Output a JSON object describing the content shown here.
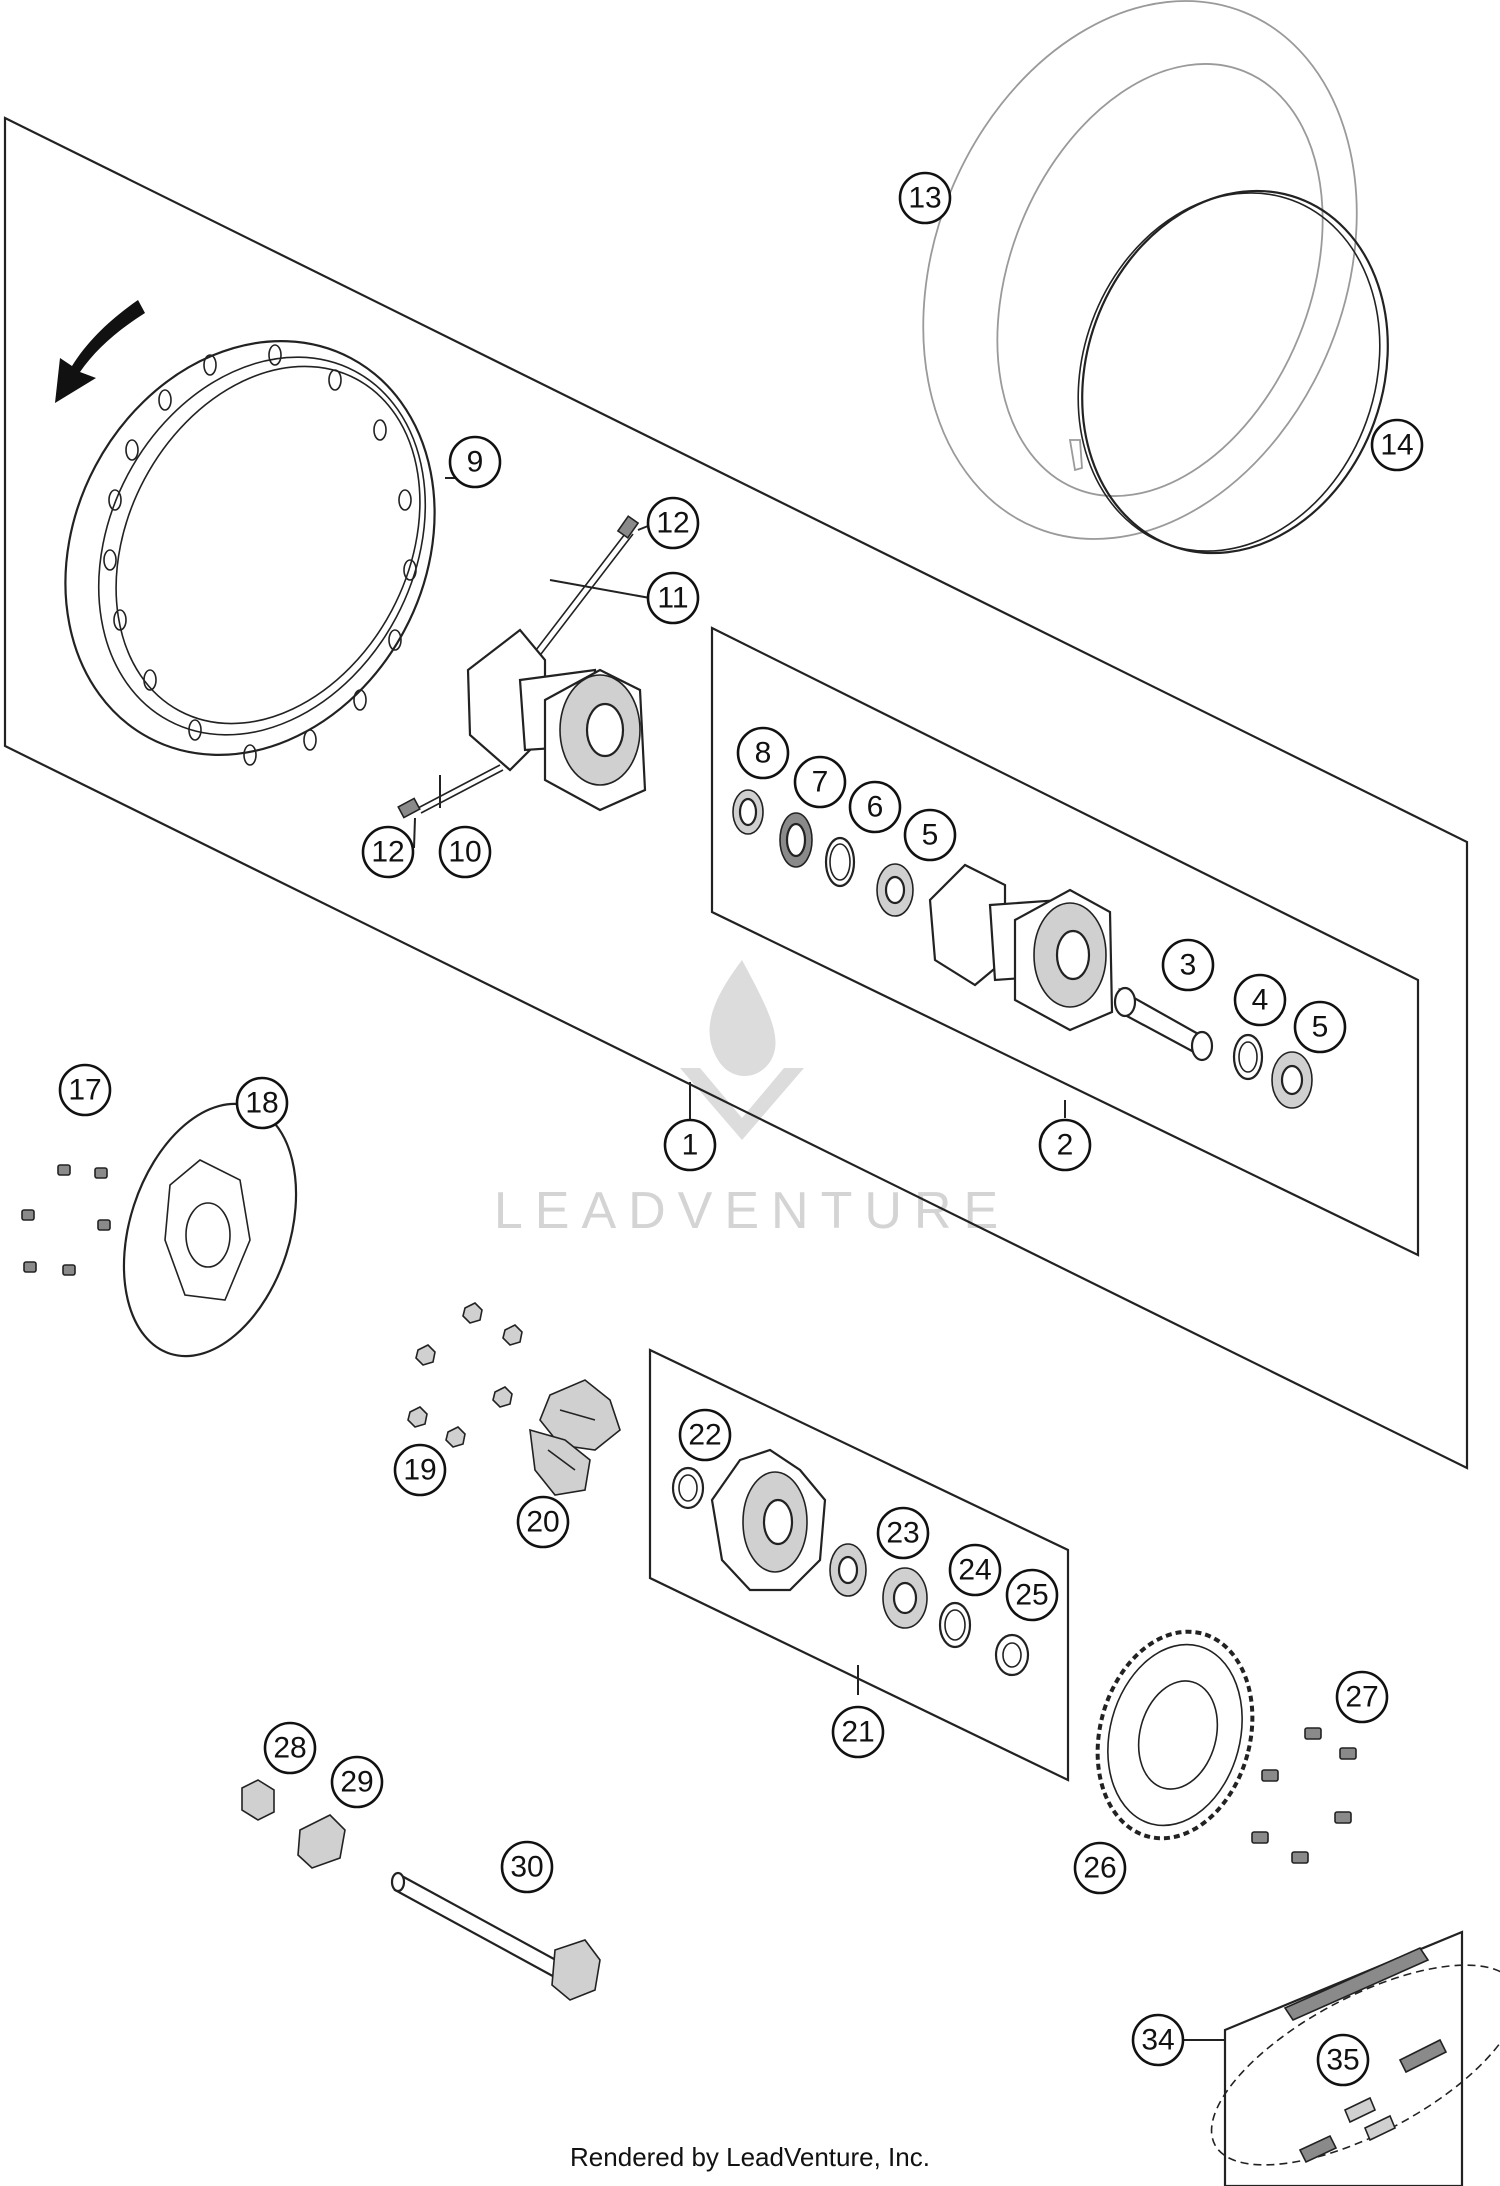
{
  "watermark": {
    "text": "LEADVENTURE"
  },
  "footer": {
    "text": "Rendered by LeadVenture, Inc."
  },
  "callouts": [
    "1",
    "2",
    "3",
    "4",
    "5",
    "5",
    "6",
    "7",
    "8",
    "9",
    "10",
    "11",
    "12",
    "12",
    "13",
    "14",
    "17",
    "18",
    "19",
    "20",
    "21",
    "22",
    "23",
    "24",
    "25",
    "26",
    "27",
    "28",
    "29",
    "30",
    "34",
    "35"
  ],
  "parts": [
    "rear-wheel-assembly",
    "hub-assembly",
    "hub-spacer",
    "hub-ring",
    "hub-bearing",
    "hub-bearing-right",
    "retaining-ring",
    "shaft-seal",
    "bushing",
    "rim",
    "spoke-long",
    "spoke-short",
    "spoke-nipple",
    "spoke-nipple-lower",
    "tire",
    "rim-band",
    "disc-screws",
    "brake-disc",
    "nuts",
    "cush-drive-dampers",
    "sprocket-carrier-assembly",
    "seal-ring",
    "carrier-bearing",
    "spacer-ring",
    "spacer-sleeve",
    "rear-sprocket",
    "sprocket-screws",
    "axle-nut",
    "chain-adjuster",
    "rear-axle",
    "chain",
    "chain-joint"
  ],
  "icons": {
    "direction": "rotation-arrow-icon",
    "logo": "leadventure-flame-logo"
  }
}
